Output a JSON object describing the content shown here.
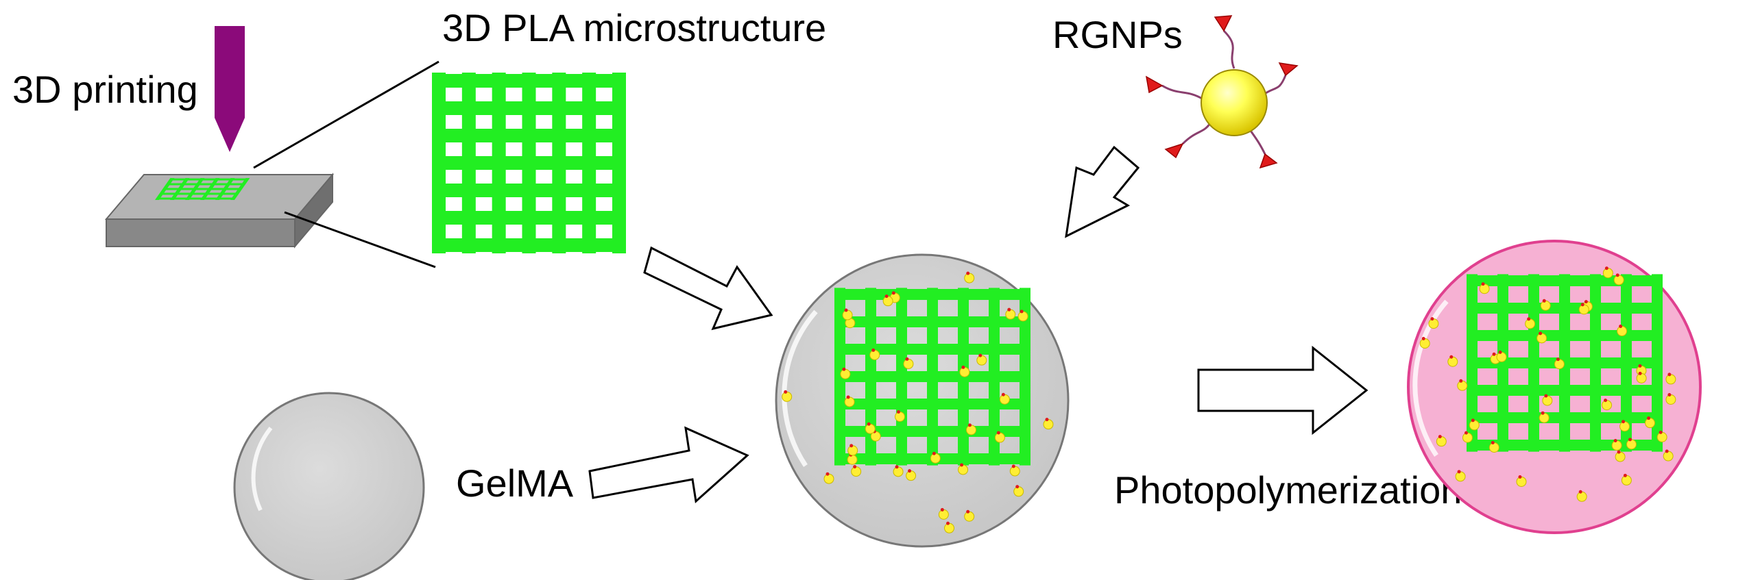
{
  "labels": {
    "printing": "3D printing",
    "microstructure": "3D PLA microstructure",
    "nanoparticles": "RGNPs",
    "hydrogel": "GelMA",
    "process": "Photopolymerization"
  },
  "colors": {
    "grid": "#22ee22",
    "nozzle": "#8b0a7a",
    "gelma": "#d3d3d3",
    "gelma_outline": "#777777",
    "photo_gel": "#f6b1d3",
    "photo_gel_outline": "#e0408f",
    "particle": "#ffee33",
    "ligand_tip": "#e01b1b",
    "linker": "#8a3f6e",
    "substrate_top": "#b4b4b4",
    "substrate_side": "#888888"
  },
  "icons": {
    "nozzle": "print-nozzle-icon",
    "substrate": "substrate-plate-icon",
    "nanoparticle": "gold-nanoparticle-icon",
    "arrow": "hollow-arrow-icon"
  }
}
